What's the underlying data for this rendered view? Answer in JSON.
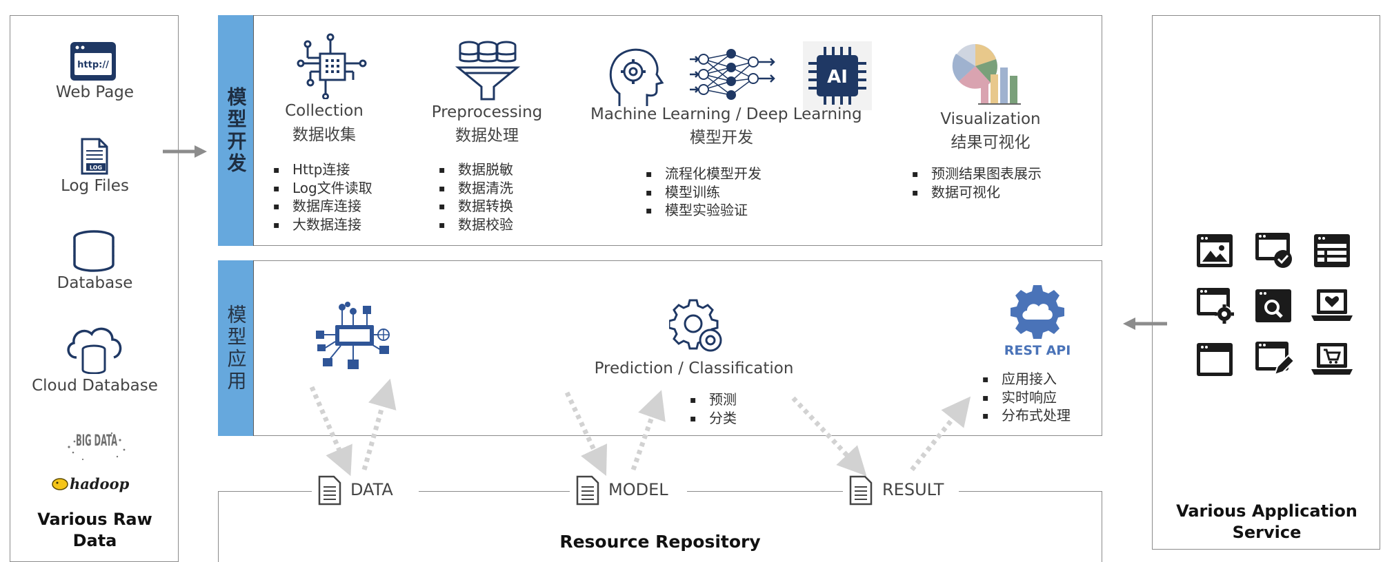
{
  "left_panel": {
    "sources": [
      {
        "label": "Web Page",
        "icon": "web-page-icon"
      },
      {
        "label": "Log Files",
        "icon": "log-file-icon"
      },
      {
        "label": "Database",
        "icon": "database-icon"
      },
      {
        "label": "Cloud Database",
        "icon": "cloud-database-icon"
      }
    ],
    "logo_text_big": "BIG DATA",
    "logo_text_hadoop": "hadoop",
    "title": "Various Raw Data"
  },
  "dev_panel": {
    "tab": "模型开发",
    "stages": [
      {
        "label_en": "Collection",
        "label_cn": "数据收集",
        "bullets": [
          "Http连接",
          "Log文件读取",
          "数据库连接",
          "大数据连接"
        ]
      },
      {
        "label_en": "Preprocessing",
        "label_cn": "数据处理",
        "bullets": [
          "数据脱敏",
          "数据清洗",
          "数据转换",
          "数据校验"
        ]
      },
      {
        "label_en": "Machine Learning / Deep Learning",
        "label_cn": "模型开发",
        "bullets": [
          "流程化模型开发",
          "模型训练",
          "模型实验验证"
        ],
        "ai_badge": "AI"
      },
      {
        "label_en": "Visualization",
        "label_cn": "结果可视化",
        "bullets": [
          "预测结果图表展示",
          "数据可视化"
        ]
      }
    ]
  },
  "app_panel": {
    "tab": "模型应用",
    "prediction": {
      "label": "Prediction / Classification",
      "bullets": [
        "预测",
        "分类"
      ]
    },
    "rest_api": {
      "label": "REST API",
      "bullets": [
        "应用接入",
        "实时响应",
        "分布式处理"
      ]
    }
  },
  "repository": {
    "items": [
      "DATA",
      "MODEL",
      "RESULT"
    ],
    "title": "Resource Repository"
  },
  "right_panel": {
    "title": "Various Application Service"
  },
  "colors": {
    "tab_blue": "#66a8dd",
    "icon_navy": "#1f3864",
    "icon_blue": "#2f5597",
    "dark_icon": "#1b1b1b",
    "arrow_gray": "#8c8c8c",
    "dotted_arrow": "#d0d0d0"
  }
}
